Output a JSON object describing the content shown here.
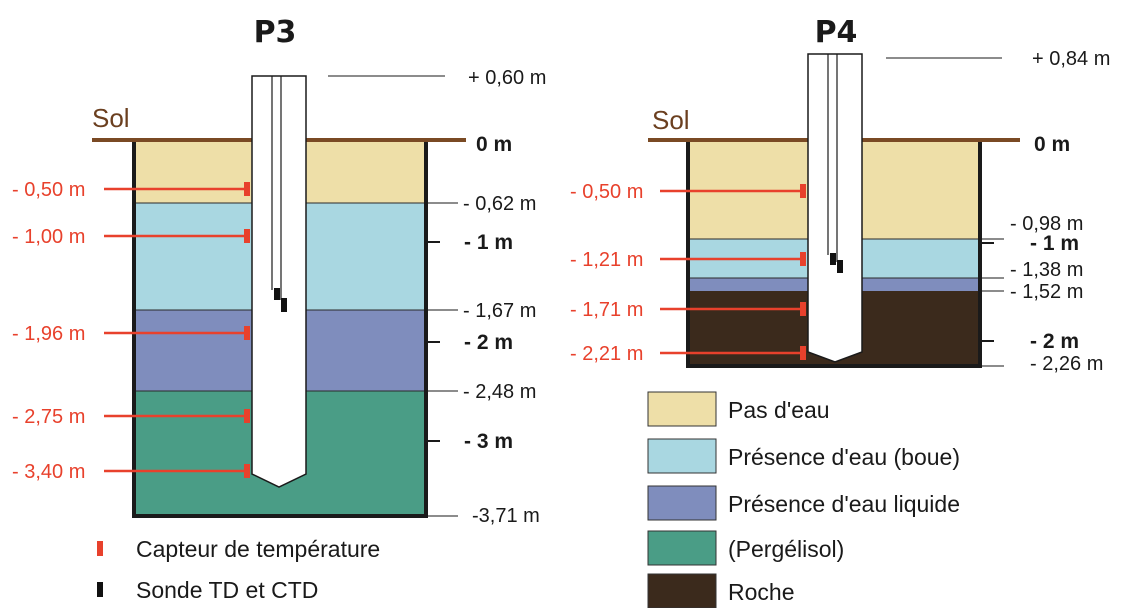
{
  "wells": [
    {
      "name": "P3",
      "ground_label": "Sol",
      "top_label": "+ 0,60 m",
      "ground_zero": "0 m",
      "layers": [
        {
          "type": "pas_eau",
          "color": "#eedfa8"
        },
        {
          "type": "boue",
          "color": "#a9d7e1"
        },
        {
          "type": "liquide",
          "color": "#7f8dbd"
        },
        {
          "type": "pergelisol",
          "color": "#4a9d86"
        }
      ],
      "boundaries": [
        "- 0,62 m",
        "- 1,67 m",
        "- 2,48 m",
        "-3,71 m"
      ],
      "meter_marks": [
        "- 1 m",
        "- 2 m",
        "- 3 m"
      ],
      "sensors": [
        "- 0,50 m",
        "- 1,00 m",
        "- 1,96 m",
        "- 2,75 m",
        "- 3,40 m"
      ]
    },
    {
      "name": "P4",
      "ground_label": "Sol",
      "top_label": "+ 0,84 m",
      "ground_zero": "0 m",
      "layers": [
        {
          "type": "pas_eau",
          "color": "#eedfa8"
        },
        {
          "type": "boue",
          "color": "#a9d7e1"
        },
        {
          "type": "liquide",
          "color": "#7f8dbd"
        },
        {
          "type": "roche",
          "color": "#3b2a1c"
        }
      ],
      "boundaries": [
        "- 0,98 m",
        "- 1,38 m",
        "- 1,52 m",
        "- 2,26 m"
      ],
      "meter_marks": [
        "- 1 m",
        "- 2 m"
      ],
      "sensors": [
        "- 0,50 m",
        "- 1,21 m",
        "- 1,71 m",
        "- 2,21 m"
      ]
    }
  ],
  "legend_symbols": [
    {
      "label": "Capteur de température",
      "color": "#e8412c"
    },
    {
      "label": "Sonde TD et CTD",
      "color": "#111111"
    }
  ],
  "legend_layers": [
    {
      "label": "Pas d'eau",
      "color": "#eedfa8"
    },
    {
      "label": "Présence d'eau (boue)",
      "color": "#a9d7e1"
    },
    {
      "label": "Présence d'eau liquide",
      "color": "#7f8dbd"
    },
    {
      "label": "(Pergélisol)",
      "color": "#4a9d86"
    },
    {
      "label": "Roche",
      "color": "#3b2a1c"
    }
  ],
  "colors": {
    "ground": "#7a4a24",
    "sensor": "#e8412c",
    "pipe": "#ffffff",
    "outline": "#1a1a1a"
  }
}
